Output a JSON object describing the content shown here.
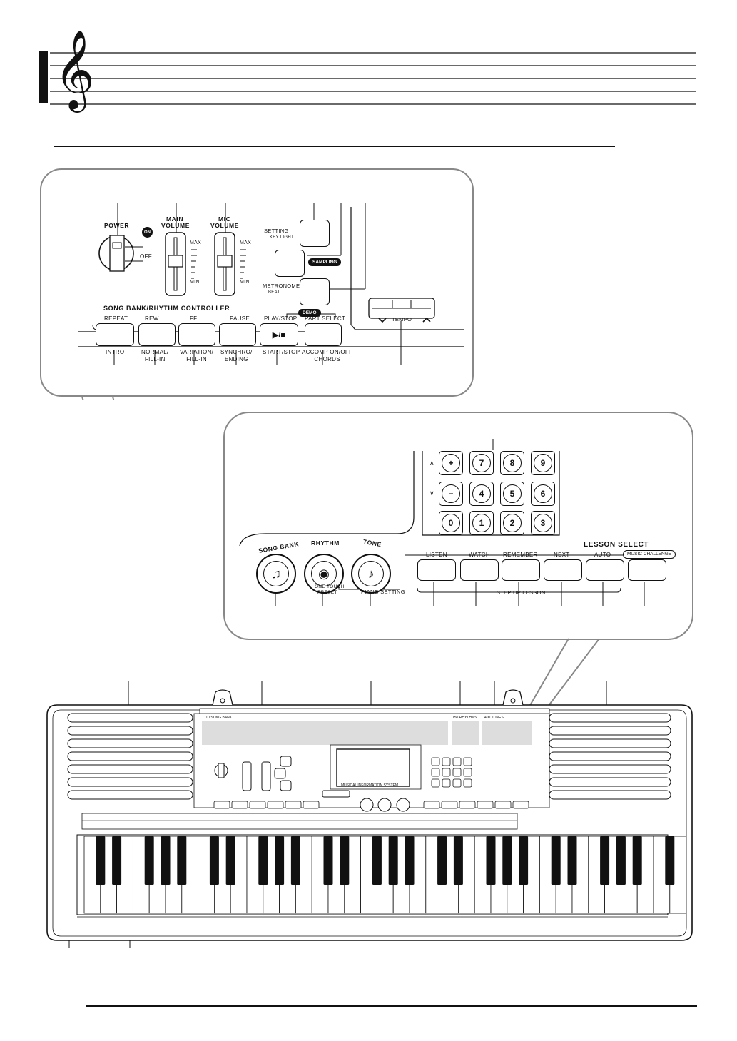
{
  "top_panel": {
    "power": {
      "label": "POWER",
      "on": "ON",
      "off": "OFF"
    },
    "main_volume": {
      "label_1": "MAIN",
      "label_2": "VOLUME",
      "max": "MAX",
      "min": "MIN"
    },
    "mic_volume": {
      "label_1": "MIC",
      "label_2": "VOLUME",
      "max": "MAX",
      "min": "MIN"
    },
    "setting": {
      "label": "SETTING",
      "sub": "KEY LIGHT"
    },
    "sampling": "SAMPLING",
    "metronome": {
      "label": "METRONOME",
      "sub": "BEAT"
    },
    "tempo": "TEMPO",
    "controller_title": "SONG BANK/RHYTHM CONTROLLER",
    "demo": "DEMO",
    "upper_labels": [
      "REPEAT",
      "REW",
      "FF",
      "PAUSE",
      "PLAY/STOP",
      "PART SELECT"
    ],
    "lower_labels": [
      "INTRO",
      "NORMAL/\nFILL-IN",
      "VARIATION/\nFILL-IN",
      "SYNCHRO/\nENDING",
      "START/STOP",
      "ACCOMP ON/OFF\nCHORDS"
    ]
  },
  "mid_panel": {
    "numpad": [
      "+",
      "7",
      "8",
      "9",
      "−",
      "4",
      "5",
      "6",
      "0",
      "1",
      "2",
      "3"
    ],
    "song_bank": "SONG BANK",
    "rhythm": "RHYTHM",
    "tone": "TONE",
    "one_touch": "ONE TOUCH",
    "preset": "PRESET",
    "piano_setting": "PIANO SETTING",
    "lesson_select": "LESSON SELECT",
    "lesson_buttons": [
      "LISTEN",
      "WATCH",
      "REMEMBER",
      "NEXT",
      "AUTO"
    ],
    "music_challenge": "MUSIC CHALLENGE",
    "step_up_lesson": "STEP UP LESSON"
  },
  "keyboard": {
    "song_bank_badge": "110 SONG BANK",
    "rhythms_badge": "150 RHYTHMS",
    "tones_badge": "400 TONES",
    "mis": "MUSICAL INFORMATION SYSTEM"
  }
}
